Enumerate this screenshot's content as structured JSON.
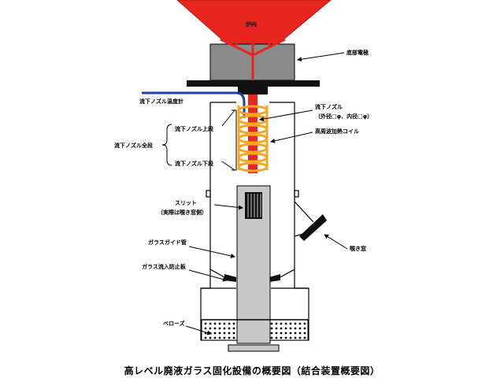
{
  "caption": "高レベル廃液ガラス固化設備の概要図（結合装置概要図）",
  "labels": {
    "furnace_interior": "炉内",
    "bottom_electrode": "底部電極",
    "nozzle_thermometer": "流下ノズル温度計",
    "nozzle": "流下ノズル",
    "nozzle_dims": "（外径□φ、内径□φ）",
    "heating_coil": "高周波加熱コイル",
    "nozzle_upper": "流下ノズル上段",
    "nozzle_all": "流下ノズル全段",
    "nozzle_lower": "流下ノズル下段",
    "slit": "スリット",
    "slit_note": "（実際は覗き窓側）",
    "viewing_window": "覗き窓",
    "glass_guide_tube": "ガラスガイド管",
    "glass_inflow_plate": "ガラス流入防止板",
    "bellows": "ベローズ"
  },
  "colors": {
    "furnace": "#e8261f",
    "electrode": "#8a8a8a",
    "coil": "#f5a623",
    "thermometer": "#1f3fa8",
    "guide_tube": "#c8c8c8"
  }
}
